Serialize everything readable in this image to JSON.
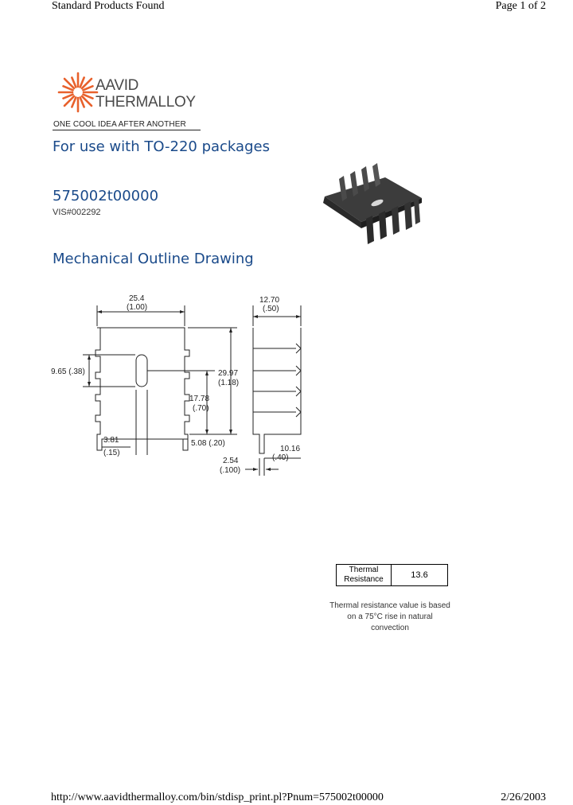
{
  "header": {
    "left": "Standard Products Found",
    "right": "Page 1 of 2"
  },
  "logo": {
    "line1": "AAVID",
    "line2": "THERMALLOY",
    "tagline": "ONE COOL IDEA AFTER ANOTHER",
    "brand_color": "#e8612c"
  },
  "product": {
    "subtitle": "For use with TO-220 packages",
    "part_number": "575002t00000",
    "vis_number": "VIS#002292"
  },
  "drawing": {
    "title": "Mechanical Outline Drawing",
    "dimensions": {
      "width_mm": "25.4",
      "width_in": "(1.00)",
      "depth_mm": "12.70",
      "depth_in": "(.50)",
      "slot_pos": "9.65 (.38)",
      "height_mm": "29.97",
      "height_in": "(1.18)",
      "hole_mm": "17.78",
      "hole_in": "(.70)",
      "tab_left_mm": "3.81",
      "tab_left_in": "(.15)",
      "tab_right": "5.08 (.20)",
      "pitch_mm": "2.54",
      "pitch_in": "(.100)",
      "tab_depth_mm": "10.16",
      "tab_depth_in": "(.40)"
    }
  },
  "thermal": {
    "label_line1": "Thermal",
    "label_line2": "Resistance",
    "value": "13.6",
    "note_line1": "Thermal resistance value is based",
    "note_line2": "on a 75°C rise in natural",
    "note_line3": "convection"
  },
  "footer": {
    "left": "http://www.aavidthermalloy.com/bin/stdisp_print.pl?Pnum=575002t00000",
    "right": "2/26/2003"
  }
}
